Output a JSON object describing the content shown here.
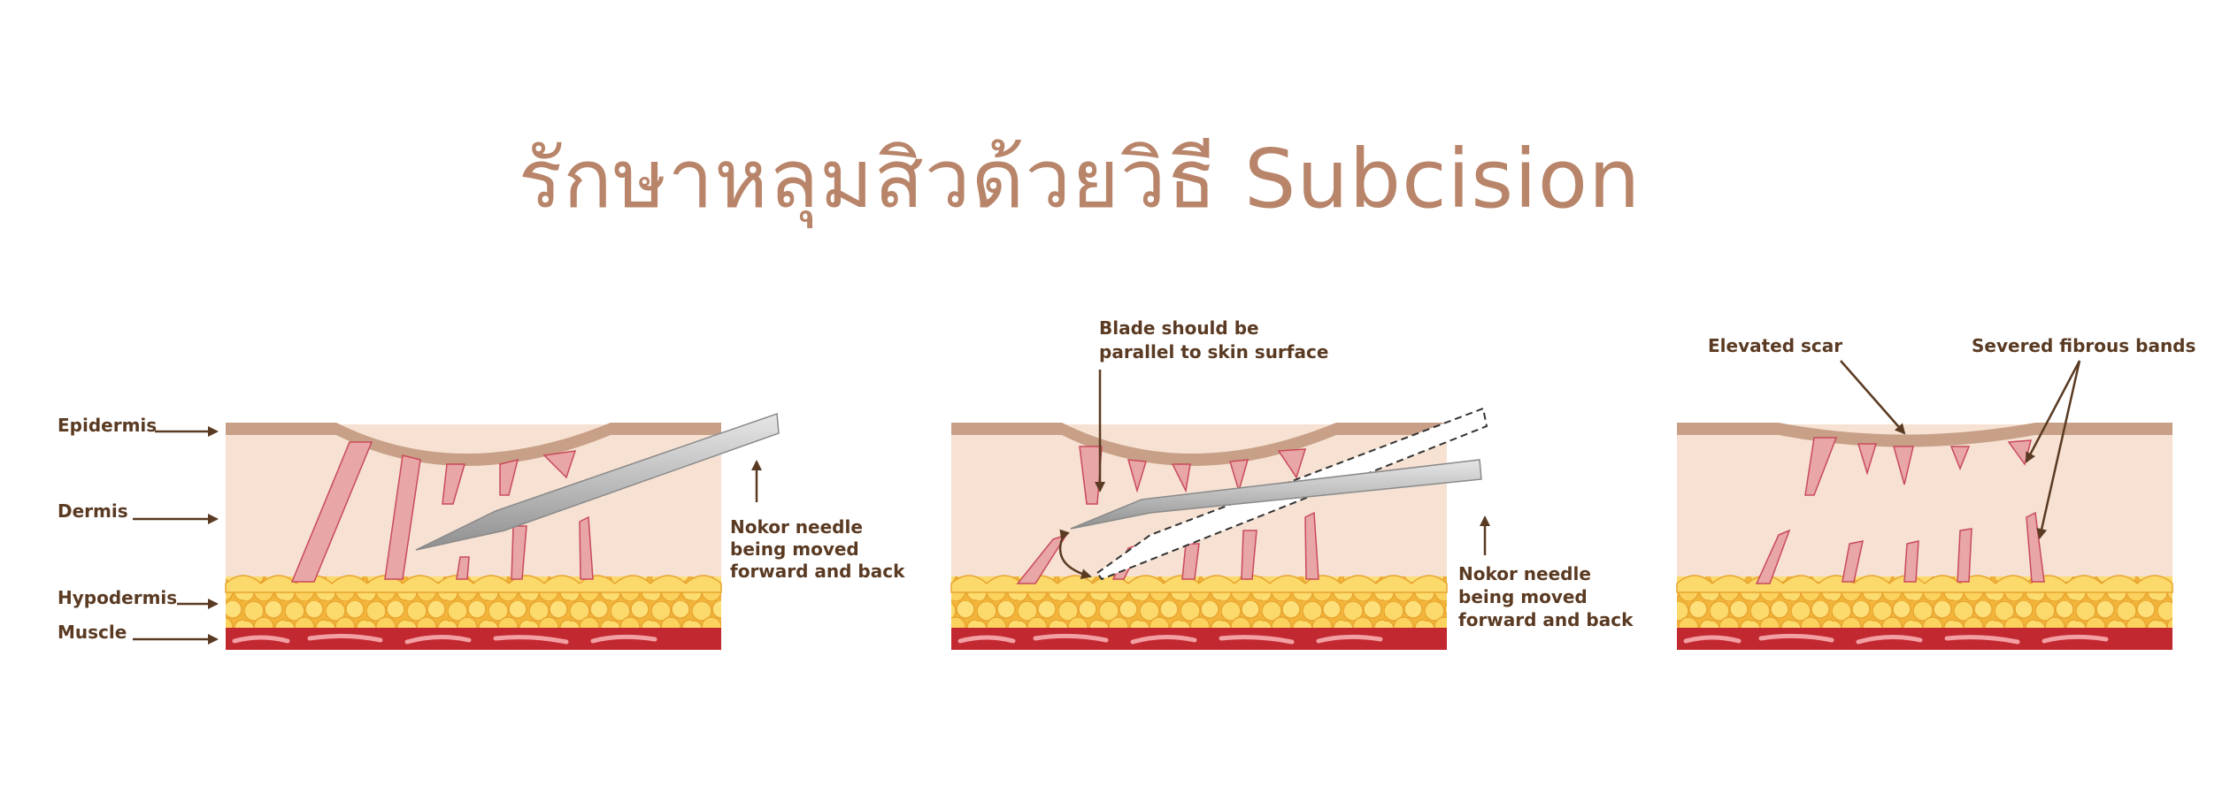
{
  "title": "รักษาหลุมสิวด้วยวิธี Subcision",
  "colors": {
    "title": "#b8856a",
    "label": "#5a3a22",
    "epidermis": "#c8a088",
    "dermis": "#f6e1d2",
    "fibrous_band": "#e8a6a6",
    "fat": "#f7c94a",
    "muscle": "#c2282f",
    "needle": "#b9b9b9"
  },
  "panel1": {
    "labels": {
      "epidermis": "Epidermis",
      "dermis": "Dermis",
      "hypodermis": "Hypodermis",
      "muscle": "Muscle"
    },
    "needle_note": [
      "Nokor needle",
      "being moved",
      "forward and back"
    ]
  },
  "panel2": {
    "blade_note": [
      "Blade should be",
      "parallel to skin surface"
    ],
    "needle_note": [
      "Nokor needle",
      "being moved",
      "forward and back"
    ]
  },
  "panel3": {
    "elevated_scar": "Elevated scar",
    "severed_bands": "Severed fibrous bands"
  }
}
